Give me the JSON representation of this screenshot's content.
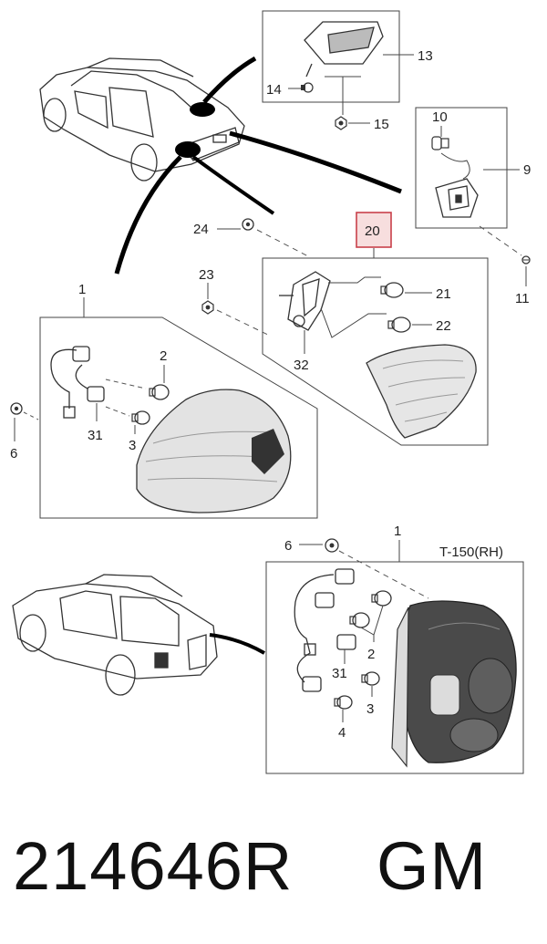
{
  "diagram": {
    "callouts": {
      "c1_upper": "1",
      "c1_lower": "1",
      "c2_upper": "2",
      "c2_lower": "2",
      "c3_upper": "3",
      "c3_lower": "3",
      "c4": "4",
      "c6_upper": "6",
      "c6_lower": "6",
      "c9": "9",
      "c10": "10",
      "c11": "11",
      "c13": "13",
      "c14": "14",
      "c15": "15",
      "c20": "20",
      "c21": "21",
      "c22": "22",
      "c23": "23",
      "c24": "24",
      "c31_upper": "31",
      "c31_lower": "31",
      "c32": "32"
    },
    "variant_label": "T-150(RH)",
    "highlight_color": "#c8404a",
    "highlight_fill": "#f7dede"
  },
  "footer": {
    "part_number": "214646R",
    "brand": "GM"
  }
}
